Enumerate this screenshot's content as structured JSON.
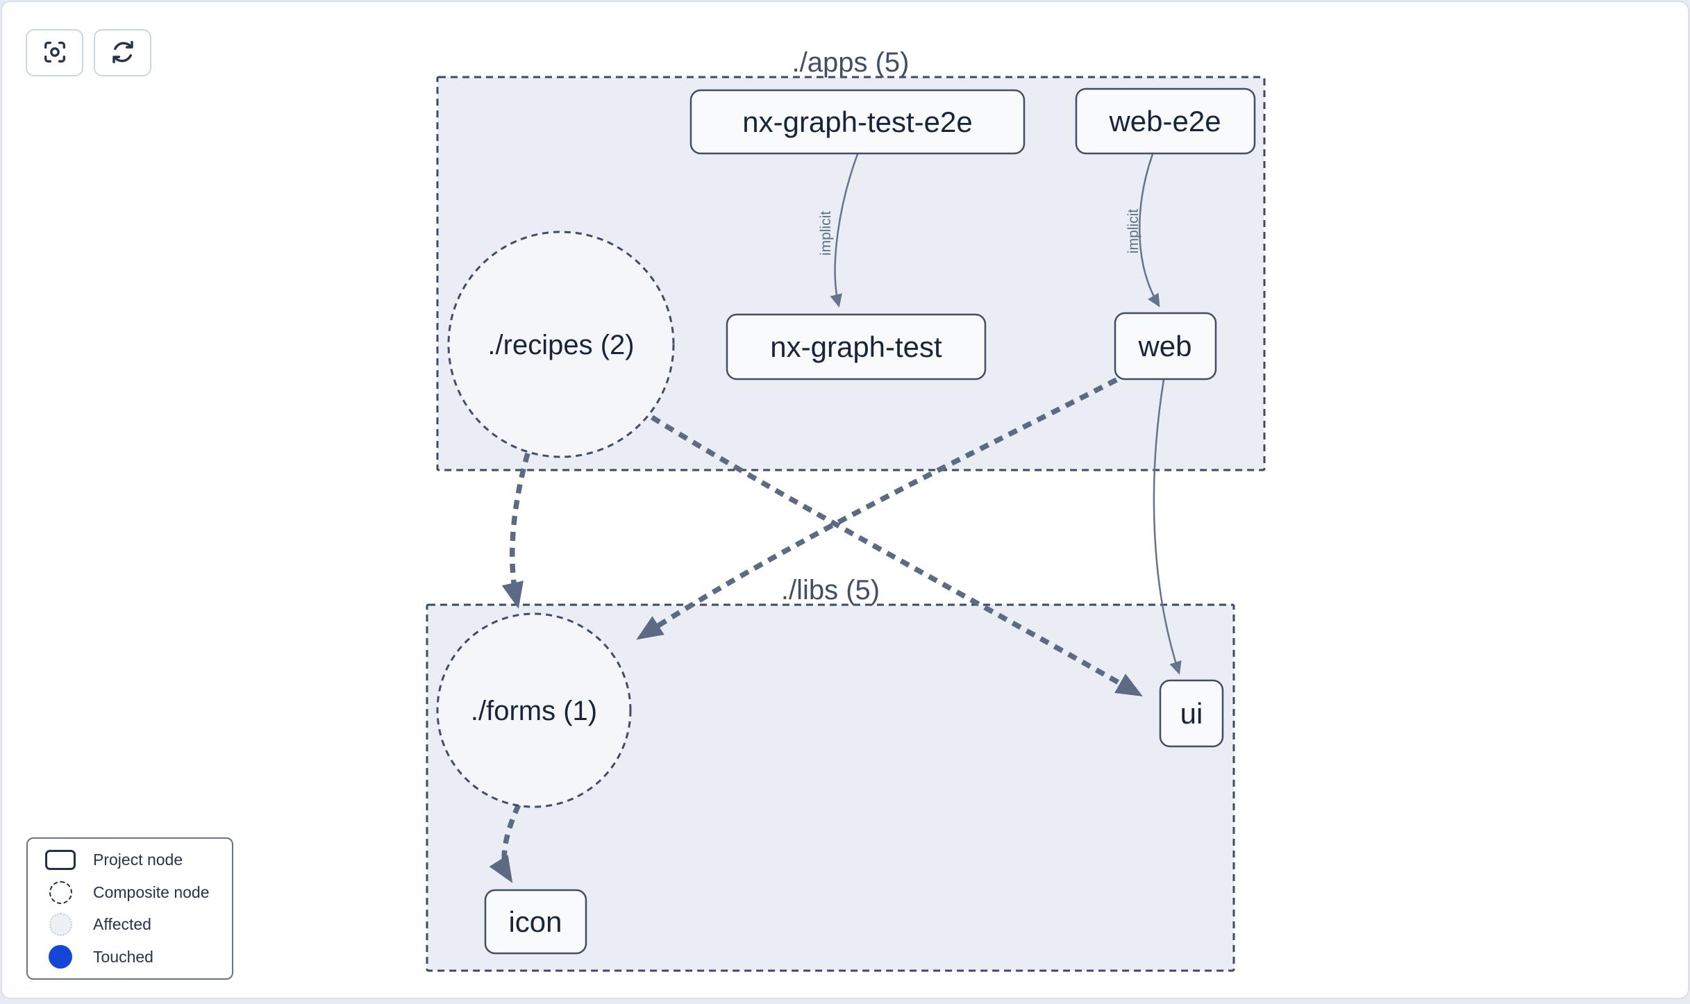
{
  "toolbar": {
    "buttons": [
      {
        "icon": "focus-icon"
      },
      {
        "icon": "refresh-icon"
      }
    ]
  },
  "graph": {
    "clusters": [
      {
        "id": "apps",
        "label": "./apps (5)"
      },
      {
        "id": "libs",
        "label": "./libs (5)"
      }
    ],
    "composite_nodes": [
      {
        "id": "recipes",
        "label": "./recipes (2)"
      },
      {
        "id": "forms",
        "label": "./forms (1)"
      }
    ],
    "project_nodes": [
      {
        "id": "nx-graph-test-e2e",
        "label": "nx-graph-test-e2e"
      },
      {
        "id": "web-e2e",
        "label": "web-e2e"
      },
      {
        "id": "nx-graph-test",
        "label": "nx-graph-test"
      },
      {
        "id": "web",
        "label": "web"
      },
      {
        "id": "ui",
        "label": "ui"
      },
      {
        "id": "icon",
        "label": "icon"
      }
    ],
    "edges": [
      {
        "from": "nx-graph-test-e2e",
        "to": "nx-graph-test",
        "label": "implicit",
        "style": "solid"
      },
      {
        "from": "web-e2e",
        "to": "web",
        "label": "implicit",
        "style": "solid"
      },
      {
        "from": "web",
        "to": "ui",
        "label": "",
        "style": "solid"
      },
      {
        "from": "./recipes",
        "to": "./forms",
        "label": "",
        "style": "dashed"
      },
      {
        "from": "./recipes",
        "to": "ui",
        "label": "",
        "style": "dashed"
      },
      {
        "from": "web",
        "to": "./forms",
        "label": "",
        "style": "dashed"
      },
      {
        "from": "./forms",
        "to": "icon",
        "label": "",
        "style": "dashed"
      }
    ]
  },
  "legend": {
    "items": [
      {
        "icon": "project-node-icon",
        "label": "Project node"
      },
      {
        "icon": "composite-node-icon",
        "label": "Composite node"
      },
      {
        "icon": "affected-icon",
        "label": "Affected"
      },
      {
        "icon": "touched-icon",
        "label": "Touched"
      }
    ]
  },
  "colors": {
    "touched_blue": "#1646d8",
    "affected_fill": "#edf1f6",
    "edge_slate": "#5c6b83",
    "solid_edge": "#64748b",
    "cluster_fill": "#eaeef4",
    "composite_fill": "#f4f6fa",
    "node_fill": "#f9fafc",
    "node_border": "#404e66",
    "text_dark": "#18243a",
    "text_muted": "#404f66"
  }
}
